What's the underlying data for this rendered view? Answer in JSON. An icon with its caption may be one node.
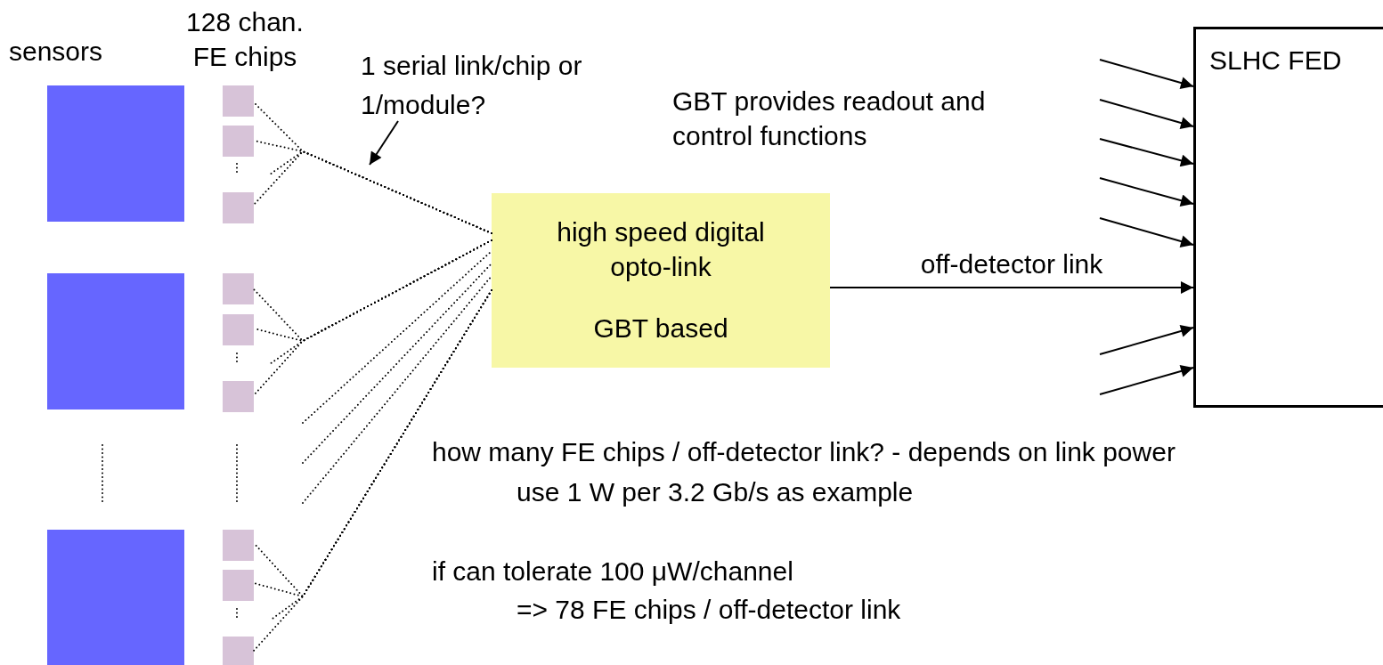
{
  "diagram": {
    "nodes": [
      {
        "text": [],
        "shape": "box"
      },
      {
        "text": [],
        "shape": "box"
      },
      {
        "text": [],
        "shape": "box"
      },
      {
        "text": [],
        "shape": "box"
      },
      {
        "text": [],
        "shape": "box"
      },
      {
        "text": [],
        "shape": "box"
      },
      {
        "text": [],
        "shape": "box"
      },
      {
        "text": [],
        "shape": "box"
      },
      {
        "text": [],
        "shape": "box"
      },
      {
        "text": [],
        "shape": "box"
      },
      {
        "text": [],
        "shape": "box"
      },
      {
        "text": [],
        "shape": "box"
      },
      {
        "text": [
          "1 serial link/chip or 1/module?"
        ]
      },
      {
        "text": [
          "high speed digital opto-link",
          "GBT based"
        ]
      },
      {
        "text": [
          "SLHC FED"
        ]
      }
    ],
    "edges": [
      {
        "from": 3,
        "to": 13,
        "arrow": "none",
        "style": "dashed"
      },
      {
        "from": 4,
        "to": 13,
        "arrow": "none",
        "style": "dashed"
      },
      {
        "from": null,
        "to": 13,
        "arrow": "none",
        "style": "dashed"
      },
      {
        "from": 5,
        "to": 13,
        "arrow": "none",
        "style": "dashed"
      },
      {
        "from": 6,
        "to": 13,
        "arrow": "none",
        "style": "dashed"
      },
      {
        "from": 7,
        "to": 13,
        "arrow": "none",
        "style": "dashed"
      },
      {
        "from": null,
        "to": 13,
        "arrow": "none",
        "style": "dashed"
      },
      {
        "from": 8,
        "to": 13,
        "arrow": "none",
        "style": "dashed"
      },
      {
        "from": null,
        "to": 13,
        "arrow": "none",
        "style": "dashed"
      },
      {
        "from": null,
        "to": 13,
        "arrow": "none",
        "style": "dashed"
      },
      {
        "from": null,
        "to": 13,
        "arrow": "none",
        "style": "dashed"
      },
      {
        "from": 9,
        "to": 13,
        "arrow": "none",
        "style": "dashed"
      },
      {
        "from": 10,
        "to": 13,
        "arrow": "none",
        "style": "dashed"
      },
      {
        "from": null,
        "to": 13,
        "arrow": "none",
        "style": "dashed"
      },
      {
        "from": 11,
        "to": 13,
        "arrow": "none",
        "style": "dashed"
      },
      {
        "from": null,
        "to": 14,
        "arrow": "to"
      },
      {
        "from": null,
        "to": 14,
        "arrow": "to"
      },
      {
        "from": null,
        "to": 14,
        "arrow": "to"
      },
      {
        "from": null,
        "to": 14,
        "arrow": "to"
      },
      {
        "from": null,
        "to": 14,
        "arrow": "to"
      },
      {
        "from": 13,
        "to": 14,
        "arrow": "to",
        "label": "off-detector link"
      },
      {
        "from": null,
        "to": 14,
        "arrow": "to"
      },
      {
        "from": null,
        "to": 14,
        "arrow": "to"
      },
      {
        "from": 12,
        "to": null,
        "arrow": "to"
      }
    ],
    "labels": [
      "sensors",
      "128 chan. FE chips",
      "GBT provides readout and control functions",
      "how many FE chips / off-detector link? - depends on link power",
      "use 1 W per 3.2 Gb/s as example",
      "if can tolerate 100 μW/channel",
      "=> 78 FE chips / off-detector link"
    ]
  }
}
